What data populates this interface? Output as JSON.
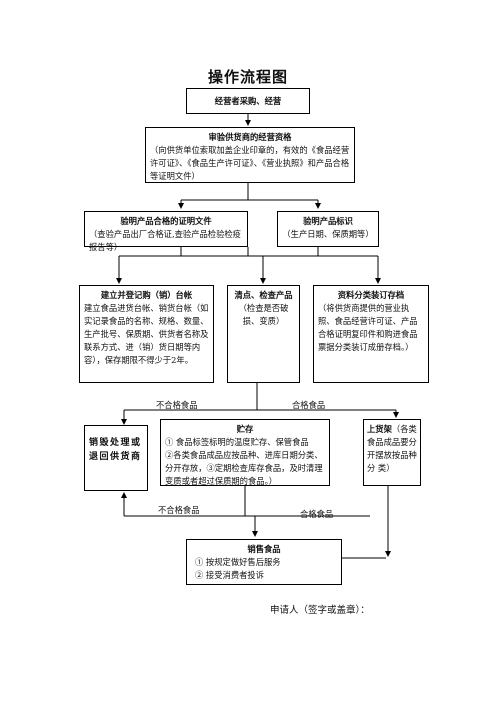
{
  "title": "操作流程图",
  "nodes": {
    "purchase": {
      "heading": "经营者采购、经营"
    },
    "verify_license": {
      "heading": "审验供货商的经营资格",
      "body": "（向供货单位索取加盖企业印章的，有效的《食品经营许可证》、《食品生产许可证》、《营业执照》和产品合格等证明文件）"
    },
    "verify_cert": {
      "heading": "验明产品合格的证明文件",
      "body": "（查验产品出厂合格证,查验产品检验检疫报告等）"
    },
    "verify_label": {
      "heading": "验明产品标识",
      "body": "（生产日期、保质期等）"
    },
    "ledger": {
      "heading": "建立并登记购（销）台帐",
      "body": "建立食品进货台帐、销货台帐（如实记录食品的名称、规格、数量、生产批号、保质期、供货者名称及联系方式、进（销）货日期等内容），保存期限不得少于2年。"
    },
    "inspect": {
      "heading": "清点、检查产品",
      "body": "（检查是否破损、变质）"
    },
    "archive": {
      "heading": "资料分类装订存档",
      "body": "（将供货商提供的营业执照、食品经营许可证、产品合格证明复印件和购进食品票据分类装订成册存档。）"
    },
    "return": {
      "heading": "销毁处理或退回供货商"
    },
    "storage": {
      "heading": "贮存",
      "items": [
        "①  食品标签标明的温度贮存、保管食品",
        "②各类食品成品应按品种、进库日期分类、分开存放，③定期检查库存食品，及时清理变质或者超过保质期的食品。）"
      ]
    },
    "shelf": {
      "heading": "上货架",
      "body": "（各类食品成品要分开摆放按品种分  类）"
    },
    "sales": {
      "heading": "销售食品",
      "items": [
        "①  按规定做好售后服务",
        "②    接受消费者投诉"
      ]
    }
  },
  "edge_labels": {
    "unqualified_top": "不合格食品",
    "qualified_top": "合格食品",
    "unqualified_bottom": "不合格食品",
    "qualified_bottom": "合格食品"
  },
  "signature": "申请人（签字或盖章）："
}
